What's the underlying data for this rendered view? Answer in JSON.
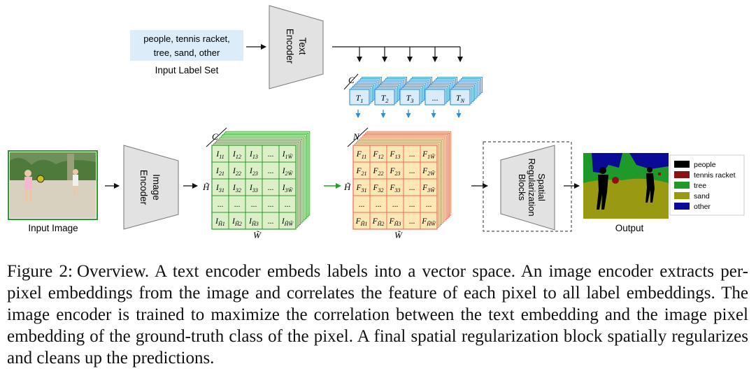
{
  "label_set": {
    "items": "people, tennis racket,\ntree, sand, other",
    "line1": "people, tennis racket,",
    "line2": "tree, sand, other",
    "caption": "Input Label Set"
  },
  "text_encoder": {
    "line1": "Text",
    "line2": "Encoder"
  },
  "image_encoder": {
    "line1": "Image",
    "line2": "Encoder"
  },
  "spatial_block": {
    "line1": "Spatial",
    "line2": "Regularization",
    "line3": "Blocks"
  },
  "input_image": {
    "caption": "Input Image"
  },
  "output": {
    "caption": "Output"
  },
  "text_embeddings": {
    "dim_label": "C",
    "tokens": [
      {
        "base": "T",
        "sub": "1"
      },
      {
        "base": "T",
        "sub": "2"
      },
      {
        "base": "T",
        "sub": "3"
      },
      {
        "base": "...",
        "sub": ""
      },
      {
        "base": "T",
        "sub": "N"
      }
    ]
  },
  "image_features": {
    "depth_label": "C",
    "height_label": "H̃",
    "width_label": "W̃",
    "rows": [
      [
        [
          "I",
          "11"
        ],
        [
          "I",
          "12"
        ],
        [
          "I",
          "13"
        ],
        [
          "...",
          ""
        ],
        [
          "I",
          "1W̃"
        ]
      ],
      [
        [
          "I",
          "21"
        ],
        [
          "I",
          "22"
        ],
        [
          "I",
          "23"
        ],
        [
          "...",
          ""
        ],
        [
          "I",
          "2W̃"
        ]
      ],
      [
        [
          "I",
          "31"
        ],
        [
          "I",
          "32"
        ],
        [
          "I",
          "33"
        ],
        [
          "...",
          ""
        ],
        [
          "I",
          "3W̃"
        ]
      ],
      [
        [
          "...",
          ""
        ],
        [
          "...",
          ""
        ],
        [
          "...",
          ""
        ],
        [
          "...",
          ""
        ],
        [
          "...",
          ""
        ]
      ],
      [
        [
          "I",
          "H̃1"
        ],
        [
          "I",
          "H̃2"
        ],
        [
          "I",
          "H̃3"
        ],
        [
          "...",
          ""
        ],
        [
          "I",
          "H̃W̃"
        ]
      ]
    ]
  },
  "correlation_features": {
    "depth_label": "N",
    "height_label": "H̃",
    "width_label": "W̃",
    "rows": [
      [
        [
          "F",
          "11"
        ],
        [
          "F",
          "12"
        ],
        [
          "F",
          "13"
        ],
        [
          "...",
          ""
        ],
        [
          "F",
          "1W̃"
        ]
      ],
      [
        [
          "F",
          "21"
        ],
        [
          "F",
          "22"
        ],
        [
          "F",
          "23"
        ],
        [
          "...",
          ""
        ],
        [
          "F",
          "2W̃"
        ]
      ],
      [
        [
          "F",
          "31"
        ],
        [
          "F",
          "32"
        ],
        [
          "F",
          "33"
        ],
        [
          "...",
          ""
        ],
        [
          "F",
          "3W̃"
        ]
      ],
      [
        [
          "...",
          ""
        ],
        [
          "...",
          ""
        ],
        [
          "...",
          ""
        ],
        [
          "...",
          ""
        ],
        [
          "...",
          ""
        ]
      ],
      [
        [
          "F",
          "H̃1"
        ],
        [
          "F",
          "H̃2"
        ],
        [
          "F",
          "H̃3"
        ],
        [
          "...",
          ""
        ],
        [
          "F",
          "H̃W̃"
        ]
      ]
    ]
  },
  "legend": [
    {
      "label": "people",
      "color": "#000000"
    },
    {
      "label": "tennis racket",
      "color": "#8b1212"
    },
    {
      "label": "tree",
      "color": "#1e9a2a"
    },
    {
      "label": "sand",
      "color": "#9a9a12"
    },
    {
      "label": "other",
      "color": "#0a0a96"
    }
  ],
  "colors": {
    "text_cube_face": "#d9ecfb",
    "text_cube_edge": "#2b8fde",
    "image_cube_face": "#dcf0c8",
    "image_cube_edge": "#2e9a2e",
    "corr_cube_face": "#fde7b4",
    "corr_cube_edge": "#ef6a5a",
    "label_box": "#dcecf8",
    "encoder_fill": "#e2e2e2"
  },
  "caption": {
    "label": "Figure 2:",
    "text": "Overview. A text encoder embeds labels into a vector space. An image encoder extracts per-pixel embeddings from the image and correlates the feature of each pixel to all label embeddings. The image encoder is trained to maximize the correlation between the text embedding and the image pixel embedding of the ground-truth class of the pixel. A final spatial regularization block spatially regularizes and cleans up the predictions."
  }
}
